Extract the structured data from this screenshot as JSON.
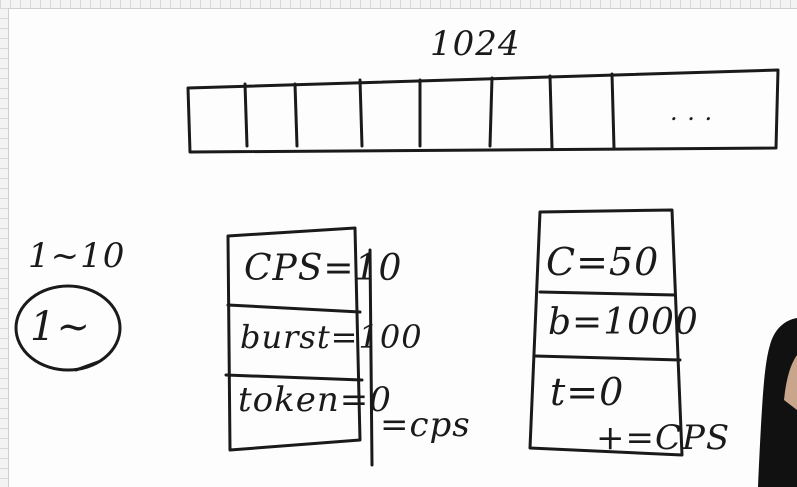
{
  "whiteboard": {
    "array_label": "1024",
    "array_ellipsis": ". . .",
    "range_label": "1~10",
    "circled_label": "1~",
    "bucket1": {
      "row1": "CPS=10",
      "row2": "burst=100",
      "row3": "token=0",
      "below": "=cps"
    },
    "bucket2": {
      "row1": "C=50",
      "row2": "b=1000",
      "row3": "t=0",
      "below": "+=CPS"
    }
  },
  "colors": {
    "ink": "#1a1a1a",
    "board": "#fdfdfd",
    "presenter": "#111111"
  }
}
